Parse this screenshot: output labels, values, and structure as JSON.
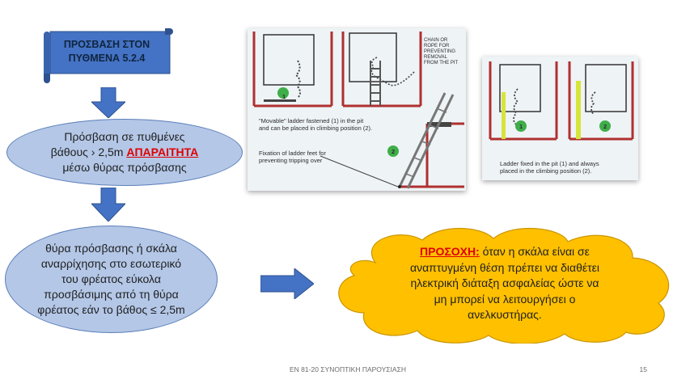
{
  "banner": {
    "line1": "ΠΡΟΣΒΑΣΗ ΣΤΟΝ",
    "line2": "ΠΥΘΜΕΝΑ 5.2.4"
  },
  "ellipse1": {
    "line1": "Πρόσβαση σε πυθμένες",
    "line2_prefix": "βάθους › 2,5m ",
    "line2_emphasis": "ΑΠΑΡΑΙΤΗΤΑ",
    "line3": "μέσω θύρας πρόσβασης"
  },
  "ellipse2": {
    "lines": [
      "θύρα πρόσβασης ή σκάλα",
      "αναρρίχησης στο εσωτερικό",
      "του φρέατος εύκολα",
      "προσβάσιμης από τη θύρα",
      "φρέατος εάν το βάθος ≤ 2,5m"
    ]
  },
  "figure1": {
    "chain_label": [
      "CHAIN OR",
      "ROPE FOR",
      "PREVENTING",
      "REMOVAL",
      "FROM THE PIT"
    ],
    "caption1": [
      "\"Movable\" ladder fastened (1) in the pit",
      "and can be placed in climbing position (2)."
    ],
    "caption2": [
      "Fixation of ladder feet for",
      "preventing tripping over"
    ],
    "marker1": "1",
    "marker2": "2"
  },
  "figure2": {
    "caption": [
      "Ladder fixed in the pit (1) and always",
      "placed in the climbing position (2)."
    ],
    "marker1": "1",
    "marker2": "2"
  },
  "cloud": {
    "warning_label": "ΠΡΟΣΟΧΗ:",
    "line1_rest": " όταν η σκάλα είναι σε",
    "lines": [
      "αναπτυγμένη θέση πρέπει να διαθέτει",
      "ηλεκτρική διάταξη ασφαλείας ώστε να",
      "μη μπορεί να λειτουργήσει ο",
      "ανελκυστήρας."
    ]
  },
  "footer": "ΕΝ 81-20 ΣΥΝΟΠΤΙΚΗ ΠΑΡΟΥΣΙΑΣΗ",
  "page_number": "15",
  "colors": {
    "banner": "#4472c4",
    "ellipse_fill": "#b4c7e7",
    "arrow": "#4472c4",
    "cloud_fill": "#ffc000",
    "warning": "#e00000"
  }
}
